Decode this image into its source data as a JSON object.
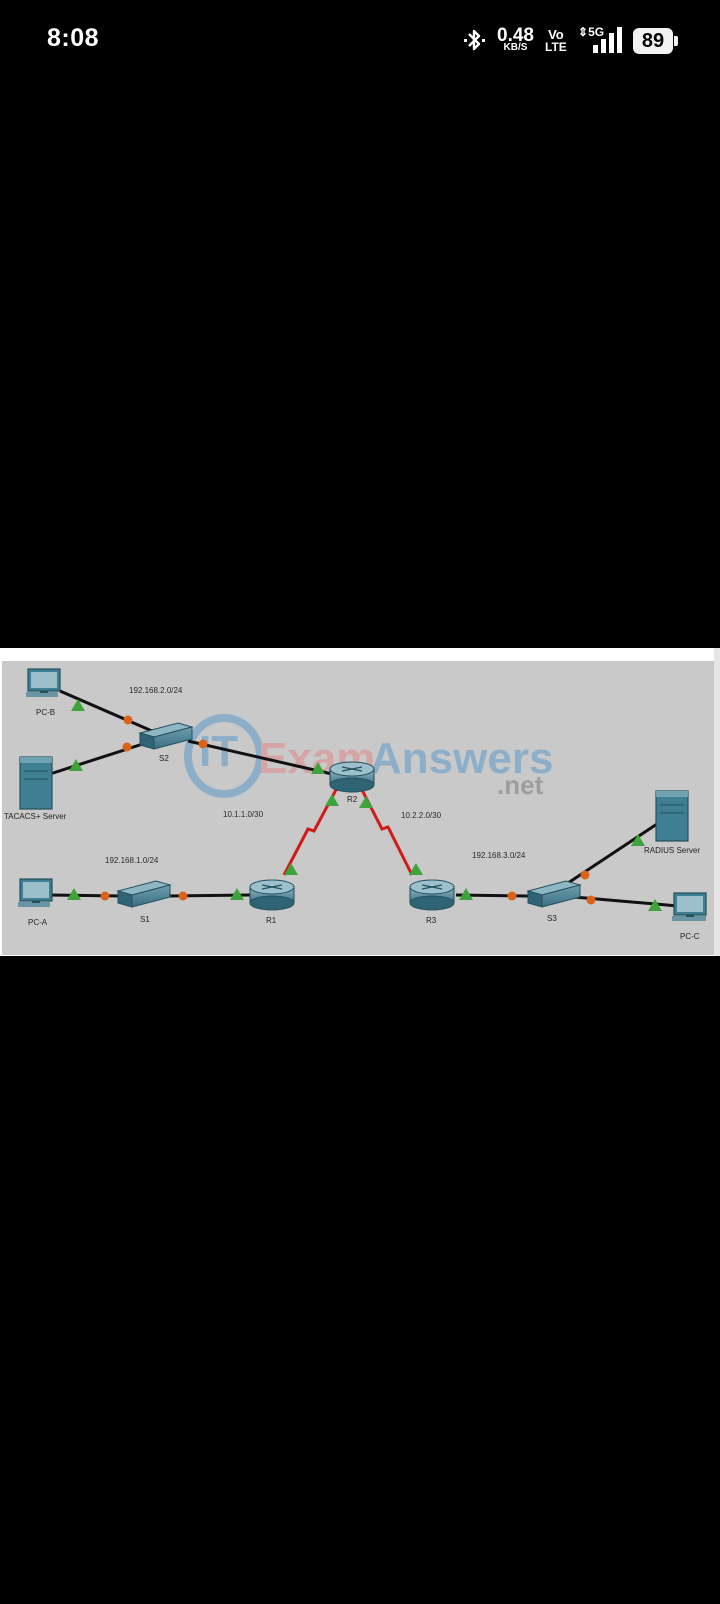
{
  "status_bar": {
    "time": "8:08",
    "net_speed_value": "0.48",
    "net_speed_unit": "KB/S",
    "volte_top": "Vo",
    "volte_bottom": "LTE",
    "network_type": "5G",
    "battery_level": "89",
    "icons": [
      "bluetooth-icon",
      "signal-icon",
      "battery-icon"
    ]
  },
  "topology": {
    "watermark": {
      "brand": "Exam",
      "brand2": "Answers",
      "suffix": ".net",
      "logo_letters": "IT"
    },
    "networks": {
      "lan_b": "192.168.2.0/24",
      "wan_1": "10.1.1.0/30",
      "wan_2": "10.2.2.0/30",
      "lan_a": "192.168.1.0/24",
      "lan_c": "192.168.3.0/24"
    },
    "devices": {
      "pc_b": "PC-B",
      "tacacs": "TACACS+ Server",
      "s2": "S2",
      "r2": "R2",
      "radius": "RADIUS Server",
      "pc_a": "PC-A",
      "s1": "S1",
      "r1": "R1",
      "r3": "R3",
      "s3": "S3",
      "pc_c": "PC-C"
    },
    "colors": {
      "background": "#c9c9c9",
      "ethernet_link": "#111111",
      "serial_link": "#d11a1a",
      "link_up_marker": "#3ea33a",
      "switch_port_marker": "#d8641a",
      "device_body": "#3f7f93"
    }
  }
}
